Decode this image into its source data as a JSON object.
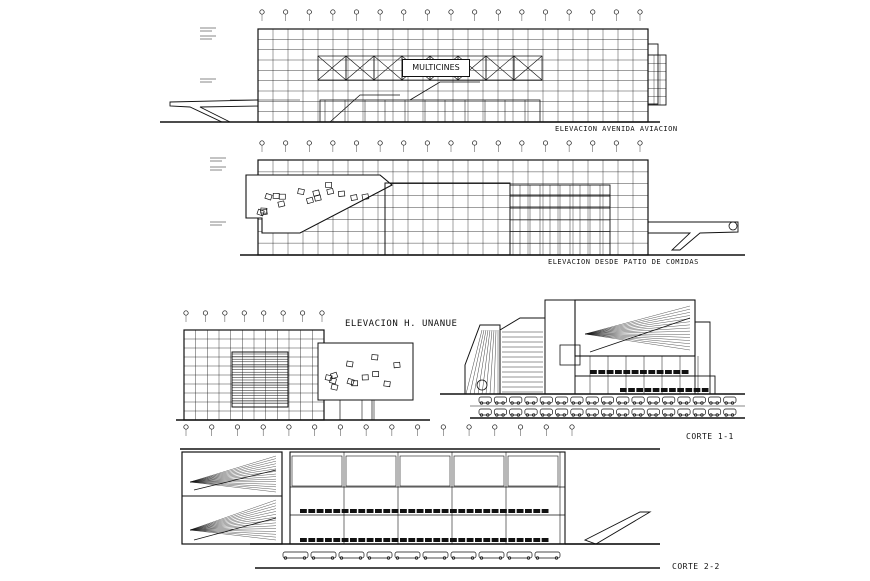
{
  "drawing": {
    "sign_text": "MULTICINES",
    "labels": {
      "elevation_avenida": "ELEVACION AVENIDA AVIACION",
      "elevation_patio": "ELEVACION DESDE PATIO DE COMIDAS",
      "elevation_unanue": "ELEVACION H. UNANUE",
      "section_1": "CORTE 1-1",
      "section_2": "CORTE 2-2"
    },
    "colors": {
      "line": "#111111",
      "background": "#ffffff"
    }
  }
}
